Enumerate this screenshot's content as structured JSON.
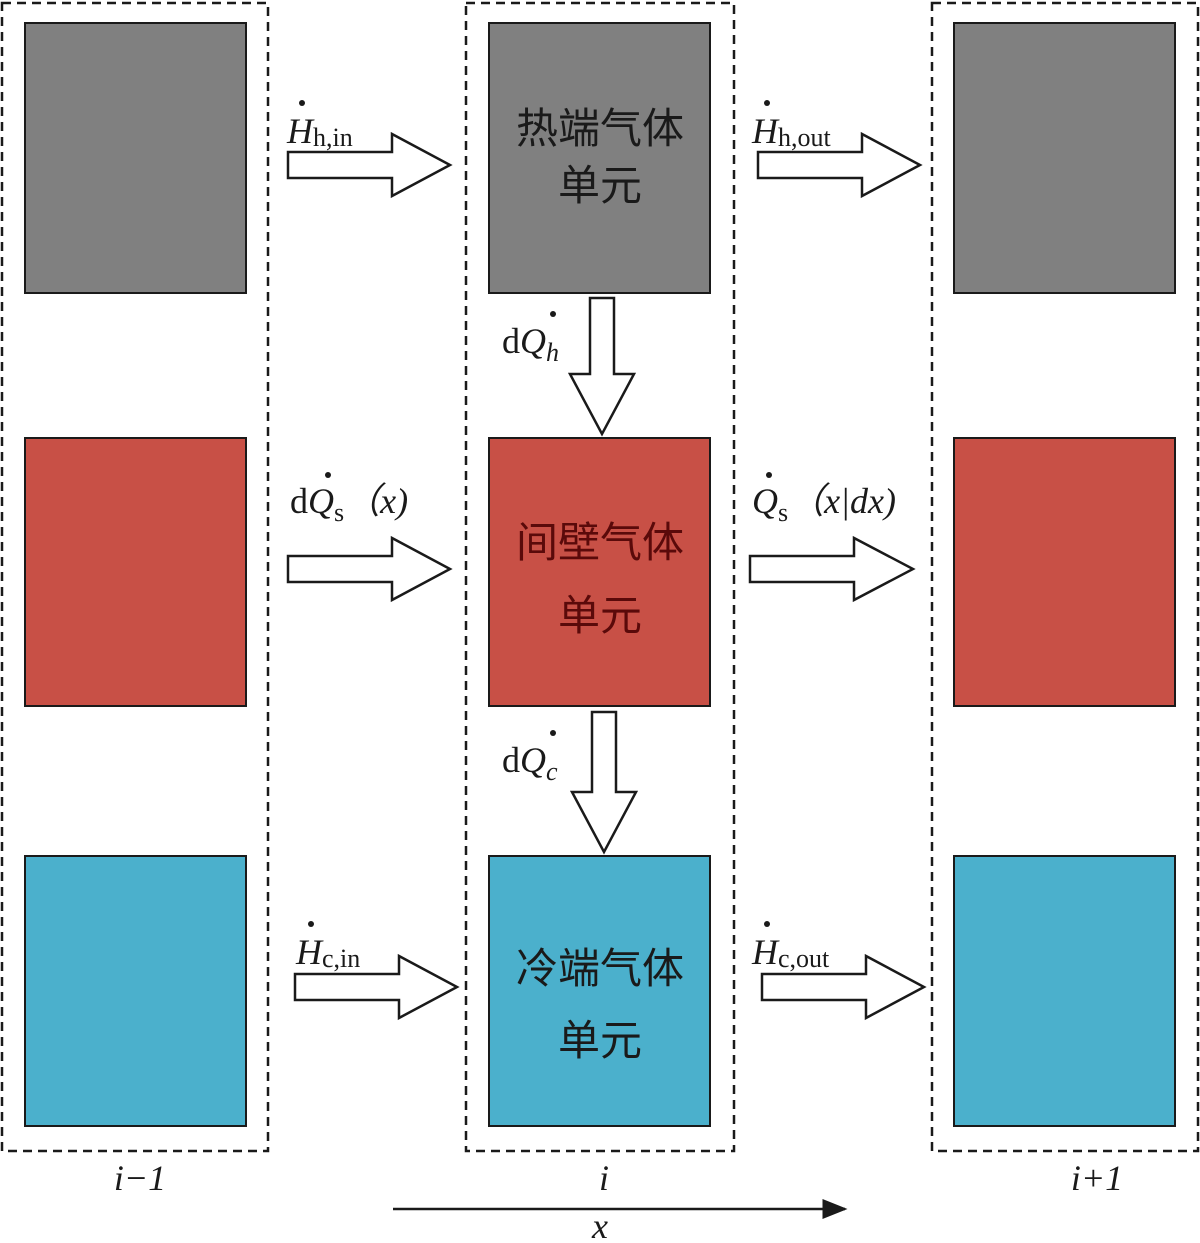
{
  "columns": [
    {
      "label": "i−1"
    },
    {
      "label": "i"
    },
    {
      "label": "i+1"
    }
  ],
  "units": {
    "hot": {
      "line1": "热端气体",
      "line2": "单元",
      "color": "#808080"
    },
    "wall": {
      "line1": "间壁气体",
      "line2": "单元",
      "color": "#c85046"
    },
    "cold": {
      "line1": "冷端气体",
      "line2": "单元",
      "color": "#4bb0cc"
    }
  },
  "flows": {
    "h_in": {
      "symbol": "H",
      "sub": "h,in"
    },
    "h_out": {
      "symbol": "H",
      "sub": "h,out"
    },
    "c_in": {
      "symbol": "H",
      "sub": "c,in"
    },
    "c_out": {
      "symbol": "H",
      "sub": "c,out"
    },
    "s_in": {
      "prefix": "d",
      "symbol": "Q",
      "sub": "s",
      "arg": "（x)"
    },
    "s_out": {
      "symbol": "Q",
      "sub": "s",
      "arg": "（x|dx)"
    },
    "qh": {
      "prefix": "d",
      "symbol": "Q",
      "sub": "h"
    },
    "qc": {
      "prefix": "d",
      "symbol": "Q",
      "sub": "c"
    }
  },
  "axis": {
    "label": "x"
  }
}
